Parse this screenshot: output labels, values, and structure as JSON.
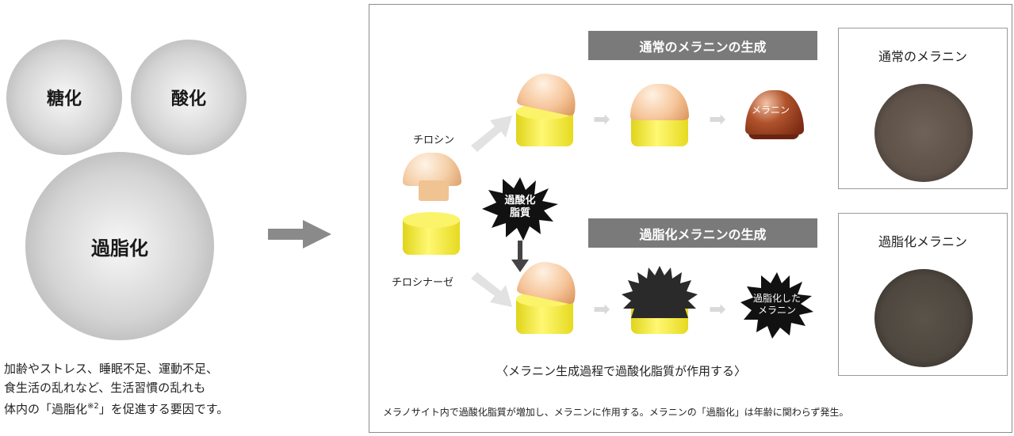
{
  "left": {
    "circles": [
      "糖化",
      "酸化",
      "過脂化"
    ],
    "caption_lines": [
      "加齢やストレス、睡眠不足、運動不足、",
      "食生活の乱れなど、生活習慣の乱れも"
    ],
    "caption_line3_pre": "体内の「過脂化",
    "caption_line3_sup": "※2",
    "caption_line3_post": "」を促進する要因です。"
  },
  "panel": {
    "banner_normal": "通常のメラニンの生成",
    "banner_overfat": "過脂化メラニンの生成",
    "box_normal_title": "通常のメラニン",
    "box_overfat_title": "過脂化メラニン",
    "label_tyrosine": "チロシン",
    "label_tyrosinase": "チロシナーゼ",
    "burst_label_line1": "過酸化",
    "burst_label_line2": "脂質",
    "melanin_label": "メラニン",
    "overfat_melanin_line1": "過脂化した",
    "overfat_melanin_line2": "メラニン",
    "process_caption": "〈メラニン生成過程で過酸化脂質が作用する〉",
    "bottom_note": "メラノサイト内で過酸化脂質が増加し、メラニンに作用する。メラニンの「過脂化」は年齢に関わらず発生。"
  },
  "colors": {
    "banner_bg": "#7a7a7a",
    "cylinder_yellow": "#fff873",
    "melanin_brown": "#7a2a12",
    "overfat_black": "#1a1a1a"
  }
}
